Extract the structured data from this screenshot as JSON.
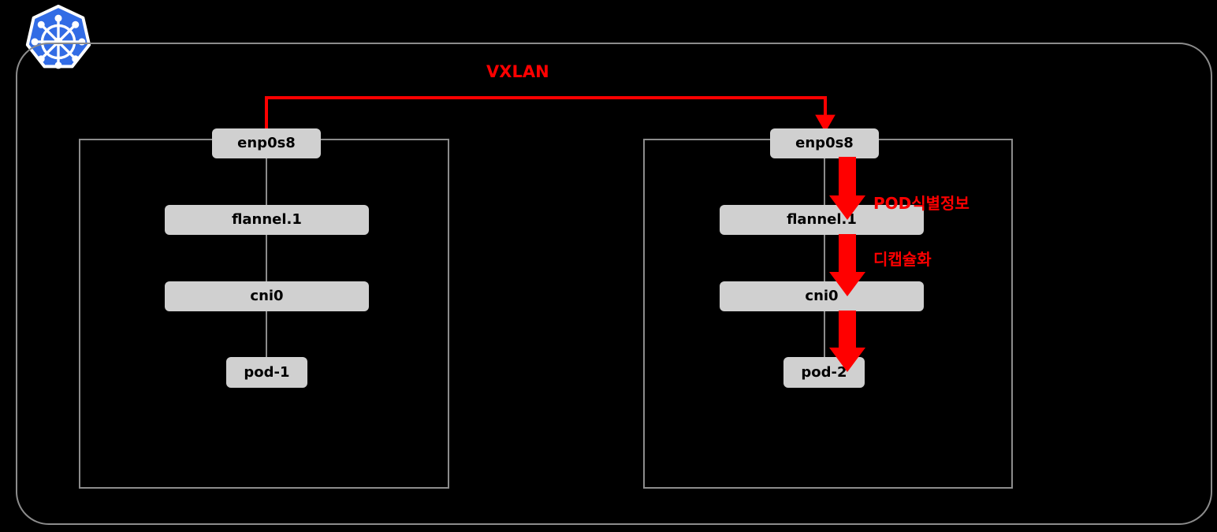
{
  "diagram": {
    "title": "Flannel VXLAN pod-to-pod traffic flow",
    "background_color": "#000000",
    "frame_color": "#8c8c8c",
    "device_fill": "#d0d0d0",
    "accent_color": "#ff0000",
    "logo": {
      "name": "kubernetes-logo",
      "fill": "#326ce5",
      "glyph": "helm-wheel"
    },
    "labels": {
      "vxlan": "VXLAN",
      "decapsulation_line1": "POD식별정보",
      "decapsulation_line2": "디캡슐화"
    },
    "nodes": [
      {
        "id": "node-left",
        "devices": [
          {
            "id": "enp0s8-left",
            "label": "enp0s8"
          },
          {
            "id": "flannel1-left",
            "label": "flannel.1"
          },
          {
            "id": "cni0-left",
            "label": "cni0"
          },
          {
            "id": "pod1",
            "label": "pod-1"
          }
        ]
      },
      {
        "id": "node-right",
        "devices": [
          {
            "id": "enp0s8-right",
            "label": "enp0s8"
          },
          {
            "id": "flannel1-right",
            "label": "flannel.1"
          },
          {
            "id": "cni0-right",
            "label": "cni0"
          },
          {
            "id": "pod2",
            "label": "pod-2"
          }
        ]
      }
    ]
  }
}
